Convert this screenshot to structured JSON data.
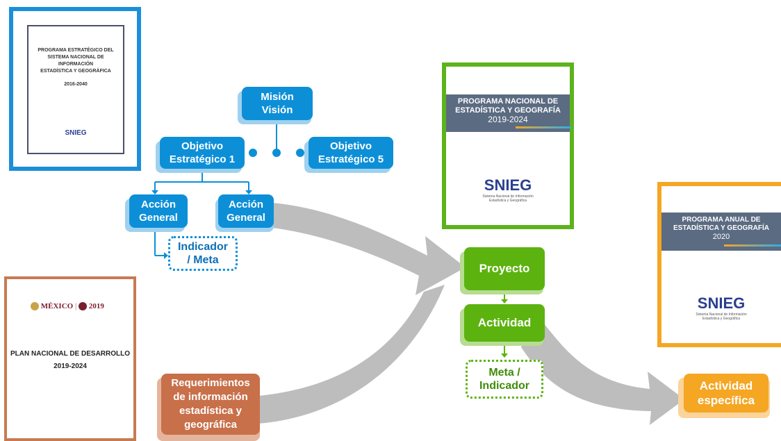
{
  "pe_doc": {
    "title_lines": [
      "PROGRAMA ESTRATÉGICO DEL",
      "SISTEMA NACIONAL DE",
      "INFORMACIÓN",
      "ESTADÍSTICA Y GEOGRÁFICA"
    ],
    "years": "2016-2040",
    "logo": "SNIEG",
    "color": "#1b8fd9"
  },
  "pnd_doc": {
    "header_left": "MÉXICO",
    "header_right": "2019",
    "title": "PLAN NACIONAL DE DESARROLLO",
    "years": "2019-2024",
    "color": "#c87a53"
  },
  "pnege_doc": {
    "title_lines": [
      "PROGRAMA NACIONAL DE",
      "ESTADÍSTICA Y GEOGRAFÍA"
    ],
    "years": "2019-2024",
    "logo": "SNIEG",
    "logo_sub1": "Sistema Nacional de Información",
    "logo_sub2": "Estadística y Geográfica",
    "color": "#5cb31c"
  },
  "paeg_doc": {
    "title_lines": [
      "PROGRAMA ANUAL DE",
      "ESTADÍSTICA Y GEOGRAFÍA"
    ],
    "years": "2020",
    "logo": "SNIEG",
    "logo_sub1": "Sistema Nacional de Información",
    "logo_sub2": "Estadística y Geográfica",
    "color": "#f5a623"
  },
  "strategy": {
    "mision": [
      "Misión",
      "Visión"
    ],
    "objetivo1": [
      "Objetivo",
      "Estratégico 1"
    ],
    "objetivo5": [
      "Objetivo",
      "Estratégico 5"
    ],
    "accion1": [
      "Acción",
      "General"
    ],
    "accion2": [
      "Acción",
      "General"
    ],
    "indicador": [
      "Indicador",
      "/ Meta"
    ]
  },
  "program": {
    "proyecto": "Proyecto",
    "actividad": "Actividad",
    "meta": [
      "Meta /",
      "Indicador"
    ]
  },
  "requerimientos": [
    "Requerimientos",
    "de información",
    "estadística y",
    "geográfica"
  ],
  "especifica": [
    "Actividad",
    "específica"
  ],
  "colors": {
    "blue": "#0d8fd8",
    "green": "#5cb30f",
    "orange": "#f5a623",
    "brown": "#c8704a",
    "arrow_gray": "#bdbdbd",
    "band": "#5b6b82"
  }
}
